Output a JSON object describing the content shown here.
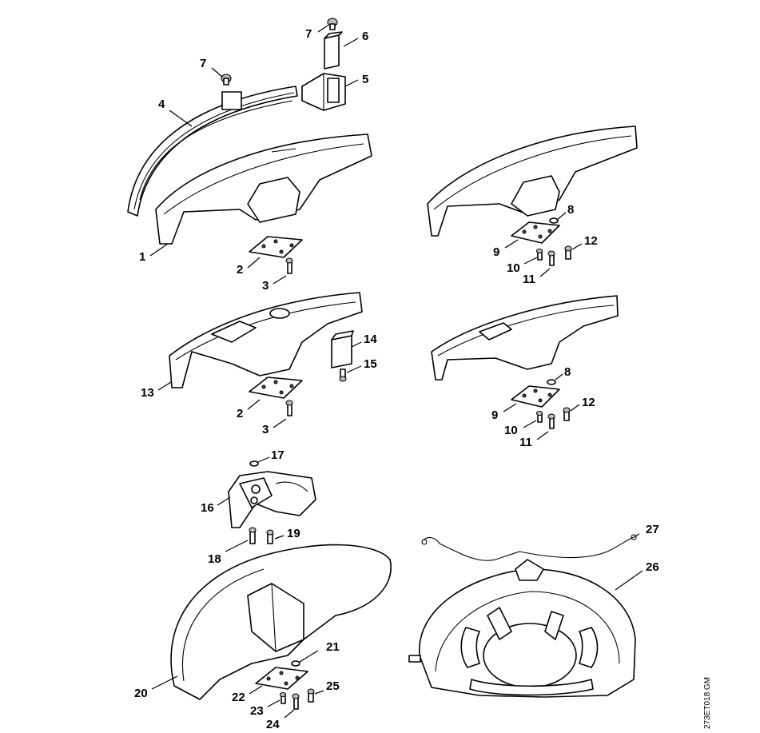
{
  "diagram_code": "273ET018 GM",
  "callouts": {
    "c1": "1",
    "c2a": "2",
    "c3a": "3",
    "c4": "4",
    "c5": "5",
    "c6": "6",
    "c7a": "7",
    "c7b": "7",
    "c8a": "8",
    "c9a": "9",
    "c10a": "10",
    "c11a": "11",
    "c12a": "12",
    "c13": "13",
    "c14": "14",
    "c15": "15",
    "c2b": "2",
    "c3b": "3",
    "c8b": "8",
    "c9b": "9",
    "c10b": "10",
    "c11b": "11",
    "c12b": "12",
    "c16": "16",
    "c17": "17",
    "c18": "18",
    "c19": "19",
    "c20": "20",
    "c21": "21",
    "c22": "22",
    "c23": "23",
    "c24": "24",
    "c25": "25",
    "c26": "26",
    "c27": "27"
  }
}
